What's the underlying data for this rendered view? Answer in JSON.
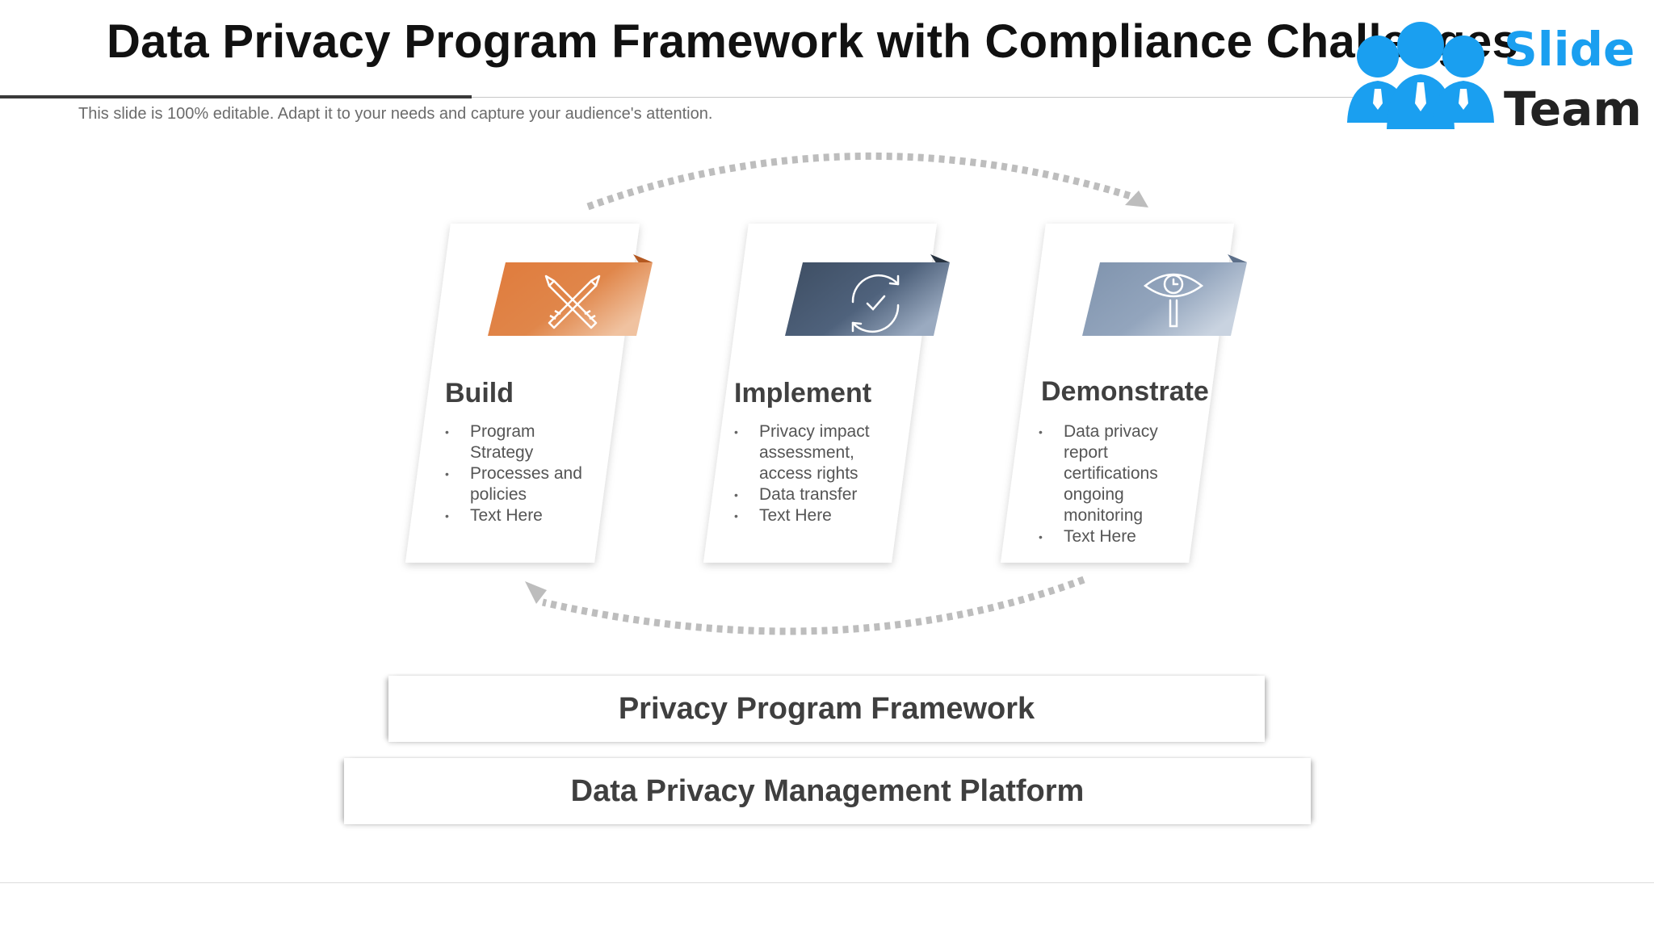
{
  "header": {
    "title": "Data Privacy Program Framework with Compliance Challenges",
    "subtitle": "This slide is 100% editable. Adapt it to your needs and capture your audience's attention."
  },
  "logo": {
    "word1": "Slide",
    "word2": "Team",
    "color": "#1a9ff0"
  },
  "stages": [
    {
      "title": "Build",
      "icon": "crossed-pencils-icon",
      "color": "#e07b3c",
      "items": [
        "Program Strategy",
        "Processes and policies",
        "Text Here"
      ]
    },
    {
      "title": "Implement",
      "icon": "refresh-check-icon",
      "color": "#44546a",
      "items": [
        "Privacy impact assessment, access rights",
        "Data transfer",
        "Text Here"
      ]
    },
    {
      "title": "Demonstrate",
      "icon": "eye-magnifier-icon",
      "color": "#8497b0",
      "items": [
        "Data privacy report certifications ongoing monitoring",
        "Text Here"
      ]
    }
  ],
  "foundation": {
    "framework": "Privacy Program Framework",
    "platform": "Data Privacy Management Platform"
  }
}
